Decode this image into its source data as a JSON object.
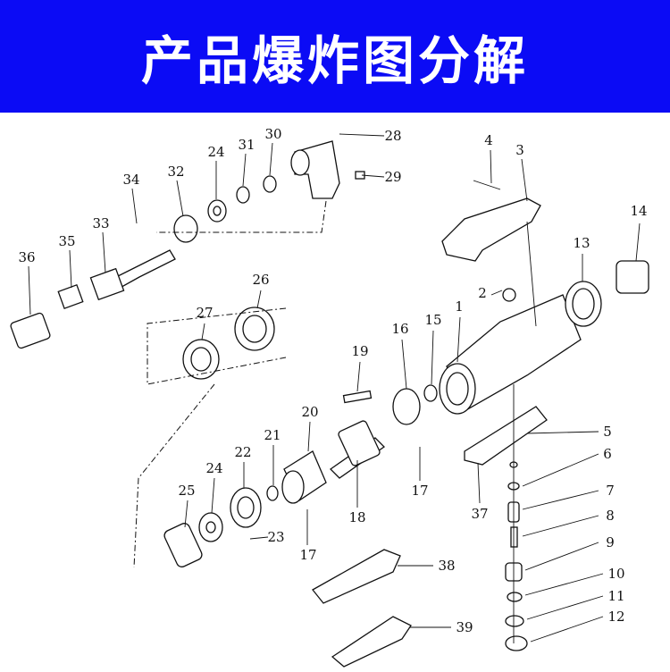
{
  "header": {
    "title": "产品爆炸图分解",
    "background": "#0b0bf5"
  },
  "diagram": {
    "part_labels": [
      "28",
      "29",
      "30",
      "31",
      "24",
      "32",
      "34",
      "33",
      "35",
      "36",
      "4",
      "3",
      "14",
      "13",
      "2",
      "1",
      "15",
      "16",
      "19",
      "26",
      "27",
      "20",
      "21",
      "22",
      "24",
      "25",
      "23",
      "17",
      "17",
      "18",
      "37",
      "5",
      "6",
      "7",
      "8",
      "9",
      "10",
      "11",
      "12",
      "38",
      "39"
    ]
  }
}
